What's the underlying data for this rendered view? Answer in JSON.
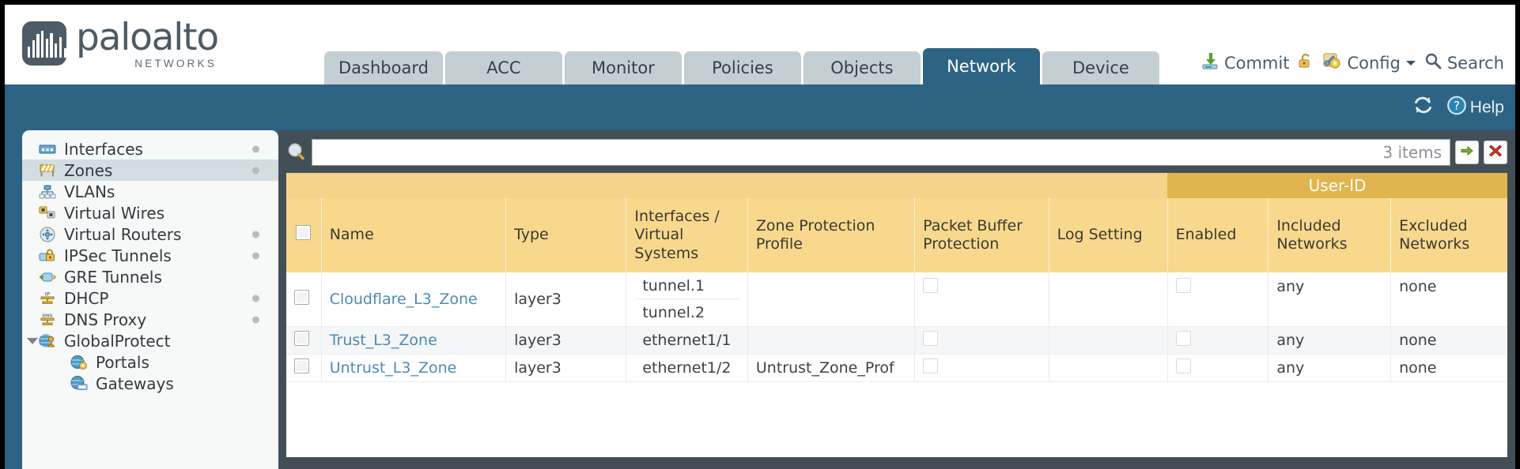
{
  "brand": {
    "name": "paloalto",
    "tagline": "NETWORKS",
    "registered": "®"
  },
  "tabs": [
    {
      "label": "Dashboard",
      "active": false
    },
    {
      "label": "ACC",
      "active": false
    },
    {
      "label": "Monitor",
      "active": false
    },
    {
      "label": "Policies",
      "active": false
    },
    {
      "label": "Objects",
      "active": false
    },
    {
      "label": "Network",
      "active": true
    },
    {
      "label": "Device",
      "active": false
    }
  ],
  "top_actions": {
    "commit_label": "Commit",
    "commit_icon": "commit-save-icon",
    "lock_icon": "padlock-icon",
    "config_label": "Config",
    "config_icon": "config-wrench-icon",
    "config_caret_icon": "chevron-down-icon",
    "search_label": "Search",
    "search_icon": "magnifier-icon"
  },
  "band": {
    "refresh_icon": "refresh-icon",
    "help_label": "Help",
    "help_icon": "help-question-icon"
  },
  "sidebar": {
    "items": [
      {
        "label": "Interfaces",
        "icon": "interfaces-icon",
        "dot": true,
        "selected": false,
        "child": false,
        "caret": false
      },
      {
        "label": "Zones",
        "icon": "zones-barrier-icon",
        "dot": true,
        "selected": true,
        "child": false,
        "caret": false
      },
      {
        "label": "VLANs",
        "icon": "vlans-icon",
        "dot": false,
        "selected": false,
        "child": false,
        "caret": false
      },
      {
        "label": "Virtual Wires",
        "icon": "virtual-wires-icon",
        "dot": false,
        "selected": false,
        "child": false,
        "caret": false
      },
      {
        "label": "Virtual Routers",
        "icon": "virtual-router-icon",
        "dot": true,
        "selected": false,
        "child": false,
        "caret": false
      },
      {
        "label": "IPSec Tunnels",
        "icon": "ipsec-tunnel-icon",
        "dot": true,
        "selected": false,
        "child": false,
        "caret": false
      },
      {
        "label": "GRE Tunnels",
        "icon": "gre-tunnel-icon",
        "dot": false,
        "selected": false,
        "child": false,
        "caret": false
      },
      {
        "label": "DHCP",
        "icon": "dhcp-icon",
        "dot": true,
        "selected": false,
        "child": false,
        "caret": false
      },
      {
        "label": "DNS Proxy",
        "icon": "dns-proxy-icon",
        "dot": true,
        "selected": false,
        "child": false,
        "caret": false
      },
      {
        "label": "GlobalProtect",
        "icon": "globalprotect-icon",
        "dot": false,
        "selected": false,
        "child": false,
        "caret": true
      },
      {
        "label": "Portals",
        "icon": "portals-icon",
        "dot": false,
        "selected": false,
        "child": true,
        "caret": false
      },
      {
        "label": "Gateways",
        "icon": "gateways-icon",
        "dot": false,
        "selected": false,
        "child": true,
        "caret": false
      }
    ]
  },
  "search": {
    "value": "",
    "placeholder": "",
    "item_count": "3 items",
    "icon": "magnifier-icon",
    "apply_icon": "green-arrow-icon",
    "clear_icon": "red-x-icon"
  },
  "table": {
    "group_header": {
      "userid": "User-ID"
    },
    "columns": [
      "Name",
      "Type",
      "Interfaces / Virtual Systems",
      "Zone Protection Profile",
      "Packet Buffer Protection",
      "Log Setting",
      "Enabled",
      "Included Networks",
      "Excluded Networks"
    ],
    "rows": [
      {
        "name": "Cloudflare_L3_Zone",
        "type": "layer3",
        "interfaces": [
          "tunnel.1",
          "tunnel.2"
        ],
        "zone_protection_profile": "",
        "packet_buffer_protection": false,
        "log_setting": "",
        "userid_enabled": false,
        "included_networks": "any",
        "excluded_networks": "none"
      },
      {
        "name": "Trust_L3_Zone",
        "type": "layer3",
        "interfaces": [
          "ethernet1/1"
        ],
        "zone_protection_profile": "",
        "packet_buffer_protection": false,
        "log_setting": "",
        "userid_enabled": false,
        "included_networks": "any",
        "excluded_networks": "none"
      },
      {
        "name": "Untrust_L3_Zone",
        "type": "layer3",
        "interfaces": [
          "ethernet1/2"
        ],
        "zone_protection_profile": "Untrust_Zone_Prof",
        "packet_buffer_protection": false,
        "log_setting": "",
        "userid_enabled": false,
        "included_networks": "any",
        "excluded_networks": "none"
      }
    ]
  },
  "colors": {
    "brand_blue": "#2d6383",
    "tab_inactive": "#c3cfd2",
    "header_yellow": "#f8d88d",
    "group_yellow": "#e0b44e",
    "link_blue": "#4b8bb0",
    "panel_dark": "#434f57"
  }
}
